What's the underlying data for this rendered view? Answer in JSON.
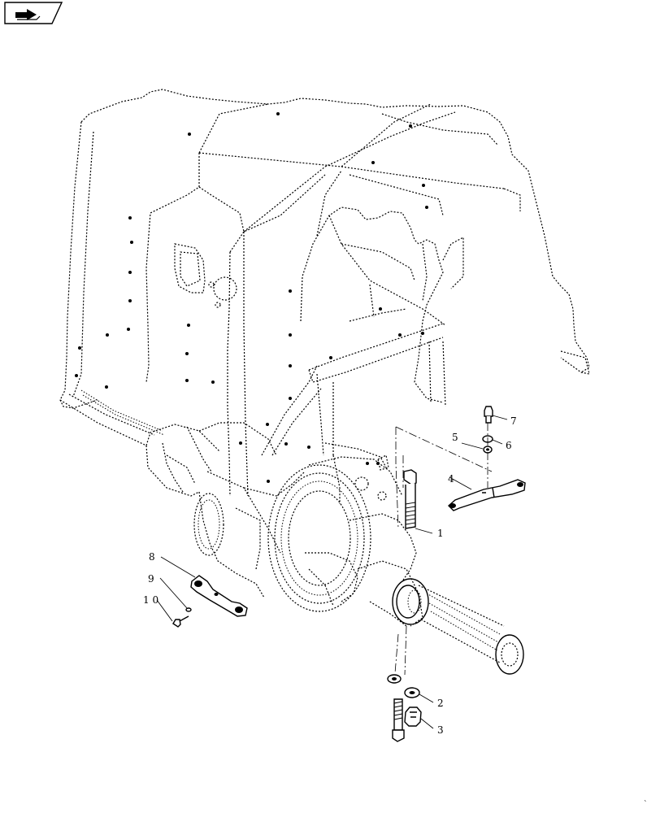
{
  "nav_icon": {
    "name": "arrow-right-icon",
    "color": "#000000"
  },
  "callouts": [
    {
      "id": "1",
      "label": "1"
    },
    {
      "id": "2",
      "label": "2"
    },
    {
      "id": "3",
      "label": "3"
    },
    {
      "id": "4",
      "label": "4"
    },
    {
      "id": "5",
      "label": "5"
    },
    {
      "id": "6",
      "label": "6"
    },
    {
      "id": "7",
      "label": "7"
    },
    {
      "id": "8",
      "label": "8"
    },
    {
      "id": "9",
      "label": "9"
    },
    {
      "id": "10",
      "label": "1 0"
    }
  ]
}
